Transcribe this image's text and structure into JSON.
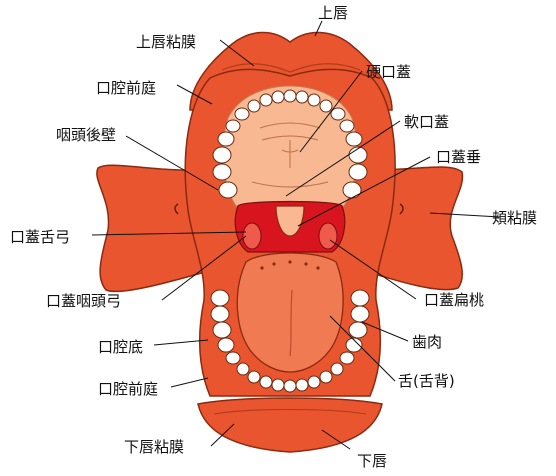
{
  "labels": {
    "upper_lip": "上唇",
    "upper_lip_mucosa": "上唇粘膜",
    "hard_palate": "硬口蓋",
    "oral_vestibule_top": "口腔前庭",
    "soft_palate": "軟口蓋",
    "pharynx_wall": "咽頭後壁",
    "uvula": "口蓋垂",
    "palatoglossal_arch": "口蓋舌弓",
    "buccal_mucosa": "頬粘膜",
    "palatopharyngeal_arch": "口蓋咽頭弓",
    "palatine_tonsil": "口蓋扁桃",
    "oral_floor": "口腔底",
    "gingiva": "歯肉",
    "tongue": "舌(舌背)",
    "oral_vestibule_bottom": "口腔前庭",
    "lower_lip_mucosa": "下唇粘膜",
    "lower_lip": "下唇"
  },
  "colors": {
    "outline": "#8a2a10",
    "mucosa": "#e8552f",
    "mucosa_light": "#f3805a",
    "palate": "#f7b892",
    "throat": "#d8141e",
    "tongue": "#f07a52",
    "teeth": "#ffffff"
  }
}
